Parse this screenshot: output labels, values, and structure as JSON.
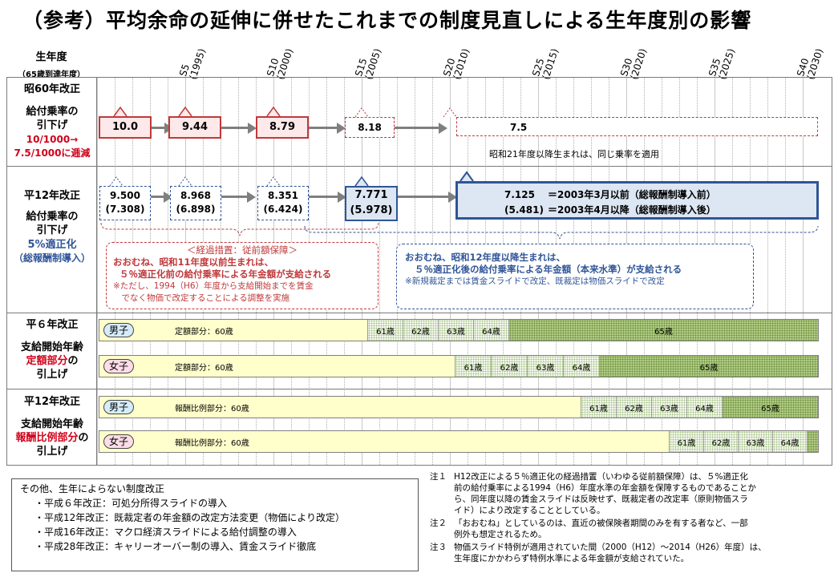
{
  "title": "（参考）平均余命の延伸に併せたこれまでの制度見直しによる生年度別の影響",
  "header": {
    "birth_year": "生年度",
    "age65_year": "（65歳到達年度）"
  },
  "ticks": [
    {
      "era": "S5",
      "year": "(1995)"
    },
    {
      "era": "S10",
      "year": "(2000)"
    },
    {
      "era": "S15",
      "year": "(2005)"
    },
    {
      "era": "S20",
      "year": "(2010)"
    },
    {
      "era": "S25",
      "year": "(2015)"
    },
    {
      "era": "S30",
      "year": "(2020)"
    },
    {
      "era": "S35",
      "year": "(2025)"
    },
    {
      "era": "S40",
      "year": "(2030)"
    }
  ],
  "sec1": {
    "title": "昭60年改正",
    "sub1": "給付乗率の",
    "sub2": "引下げ",
    "red1": "10/1000→",
    "red2": "7.5/1000に逓減",
    "vals": [
      "10.0",
      "9.44",
      "8.79",
      "8.18",
      "7.5"
    ],
    "note": "昭和21年度以降生まれは、同じ乗率を適用"
  },
  "sec2": {
    "title": "平12年改正",
    "sub1": "給付乗率の",
    "sub2": "引下げ",
    "blue1": "5%適正化",
    "blue2": "（総報酬制導入）",
    "v1": [
      "9.500",
      "(7.308)"
    ],
    "v2": [
      "8.968",
      "(6.898)"
    ],
    "v3": [
      "8.351",
      "(6.424)"
    ],
    "v4": [
      "7.771",
      "(5.978)"
    ],
    "big1a": "7.125",
    "big1b": "＝2003年3月以前（総報酬制導入前）",
    "big2a": "(5.481)",
    "big2b": "＝2003年4月以降（総報酬制導入後）",
    "note_red": [
      "＜経過措置：従前額保障＞",
      "おおむね、昭和11年度以前生まれは、",
      "５％適正化前の給付乗率による年金額が支給される",
      "※ただし、1994（H6）年度から支給開始までを賃金",
      "　でなく物価で改定することによる調整を実施"
    ],
    "note_blue": [
      "おおむね、昭和12年度以降生まれは、",
      "５％適正化後の給付乗率による年金額（本来水準）が支給される",
      "※新規裁定までは賃金スライドで改定、既裁定は物価スライドで改定"
    ]
  },
  "sec3": {
    "title": "平６年改正",
    "sub1": "支給開始年齢",
    "red": "定額部分",
    "red_suffix": "の",
    "sub2": "引上げ",
    "male": "男子",
    "female": "女子",
    "base": "定額部分：60歳",
    "ages": [
      "61歳",
      "62歳",
      "63歳",
      "64歳",
      "65歳"
    ]
  },
  "sec4": {
    "title": "平12年改正",
    "sub1": "支給開始年齢",
    "red": "報酬比例部分",
    "red_suffix": "の",
    "sub2": "引上げ",
    "male": "男子",
    "female": "女子",
    "base": "報酬比例部分：60歳",
    "ages": [
      "61歳",
      "62歳",
      "63歳",
      "64歳",
      "65歳"
    ]
  },
  "bottom": {
    "heading": "その他、生年によらない制度改正",
    "items": [
      "・平成６年改正：可処分所得スライドの導入",
      "・平成12年改正：既裁定者の年金額の改定方法変更（物価により改定）",
      "・平成16年改正：マクロ経済スライドによる給付調整の導入",
      "・平成28年改正：キャリーオーバー制の導入、賃金スライド徹底"
    ]
  },
  "footnotes": [
    {
      "label": "注１",
      "lines": [
        "H12改正による５％適正化の経過措置（いわゆる従前額保障）は、５%適正化",
        "前の給付乗率による1994（H6）年度水準の年金額を保障するものであることか",
        "ら、同年度以降の賃金スライドは反映せず、既裁定者の改定率（原則物価スラ",
        "イド）により改定することとしている。"
      ]
    },
    {
      "label": "注２",
      "lines": [
        "「おおむね」としているのは、直近の被保険者期間のみを有する者など、一部",
        "例外も想定されるため。"
      ]
    },
    {
      "label": "注３",
      "lines": [
        "物価スライド特例が適用されていた間（2000（H12）～2014（H26）年度）は、",
        "生年度にかかわらず特例水準による年金額が支給されていた。"
      ]
    }
  ]
}
